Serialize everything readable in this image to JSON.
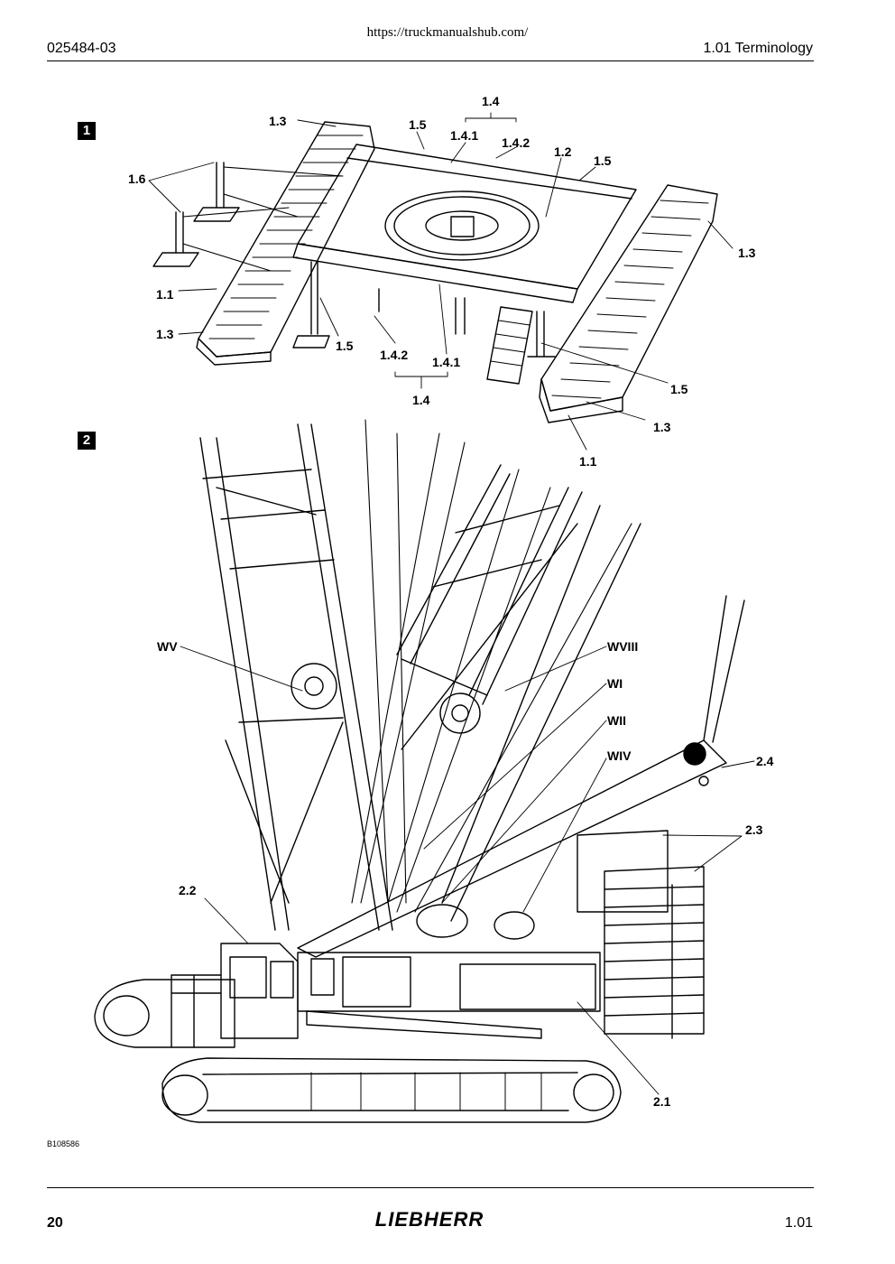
{
  "header": {
    "url": "https://truckmanualshub.com/",
    "doc_number": "025484-03",
    "section_title": "1.01 Terminology"
  },
  "figures": {
    "fig1_badge": "1",
    "fig2_badge": "2"
  },
  "fig1_labels": {
    "l1_4_top": "1.4",
    "l1_3_a": "1.3",
    "l1_5_a": "1.5",
    "l1_4_1_a": "1.4.1",
    "l1_4_2_a": "1.4.2",
    "l1_2": "1.2",
    "l1_5_b": "1.5",
    "l1_6": "1.6",
    "l1_3_b": "1.3",
    "l1_1_a": "1.1",
    "l1_3_c": "1.3",
    "l1_5_c": "1.5",
    "l1_4_2_b": "1.4.2",
    "l1_4_1_b": "1.4.1",
    "l1_4_bottom": "1.4",
    "l1_5_d": "1.5",
    "l1_3_d": "1.3",
    "l1_1_b": "1.1"
  },
  "fig2_labels": {
    "wv": "WV",
    "wviii": "WVIII",
    "wi": "WI",
    "wii": "WII",
    "wiv": "WIV",
    "l2_4": "2.4",
    "l2_3": "2.3",
    "l2_2": "2.2",
    "l2_1": "2.1"
  },
  "footer": {
    "drawing_code": "B108586",
    "page_number": "20",
    "brand": "LIEBHERR",
    "section": "1.01"
  },
  "colors": {
    "ink": "#000000",
    "paper": "#ffffff"
  }
}
